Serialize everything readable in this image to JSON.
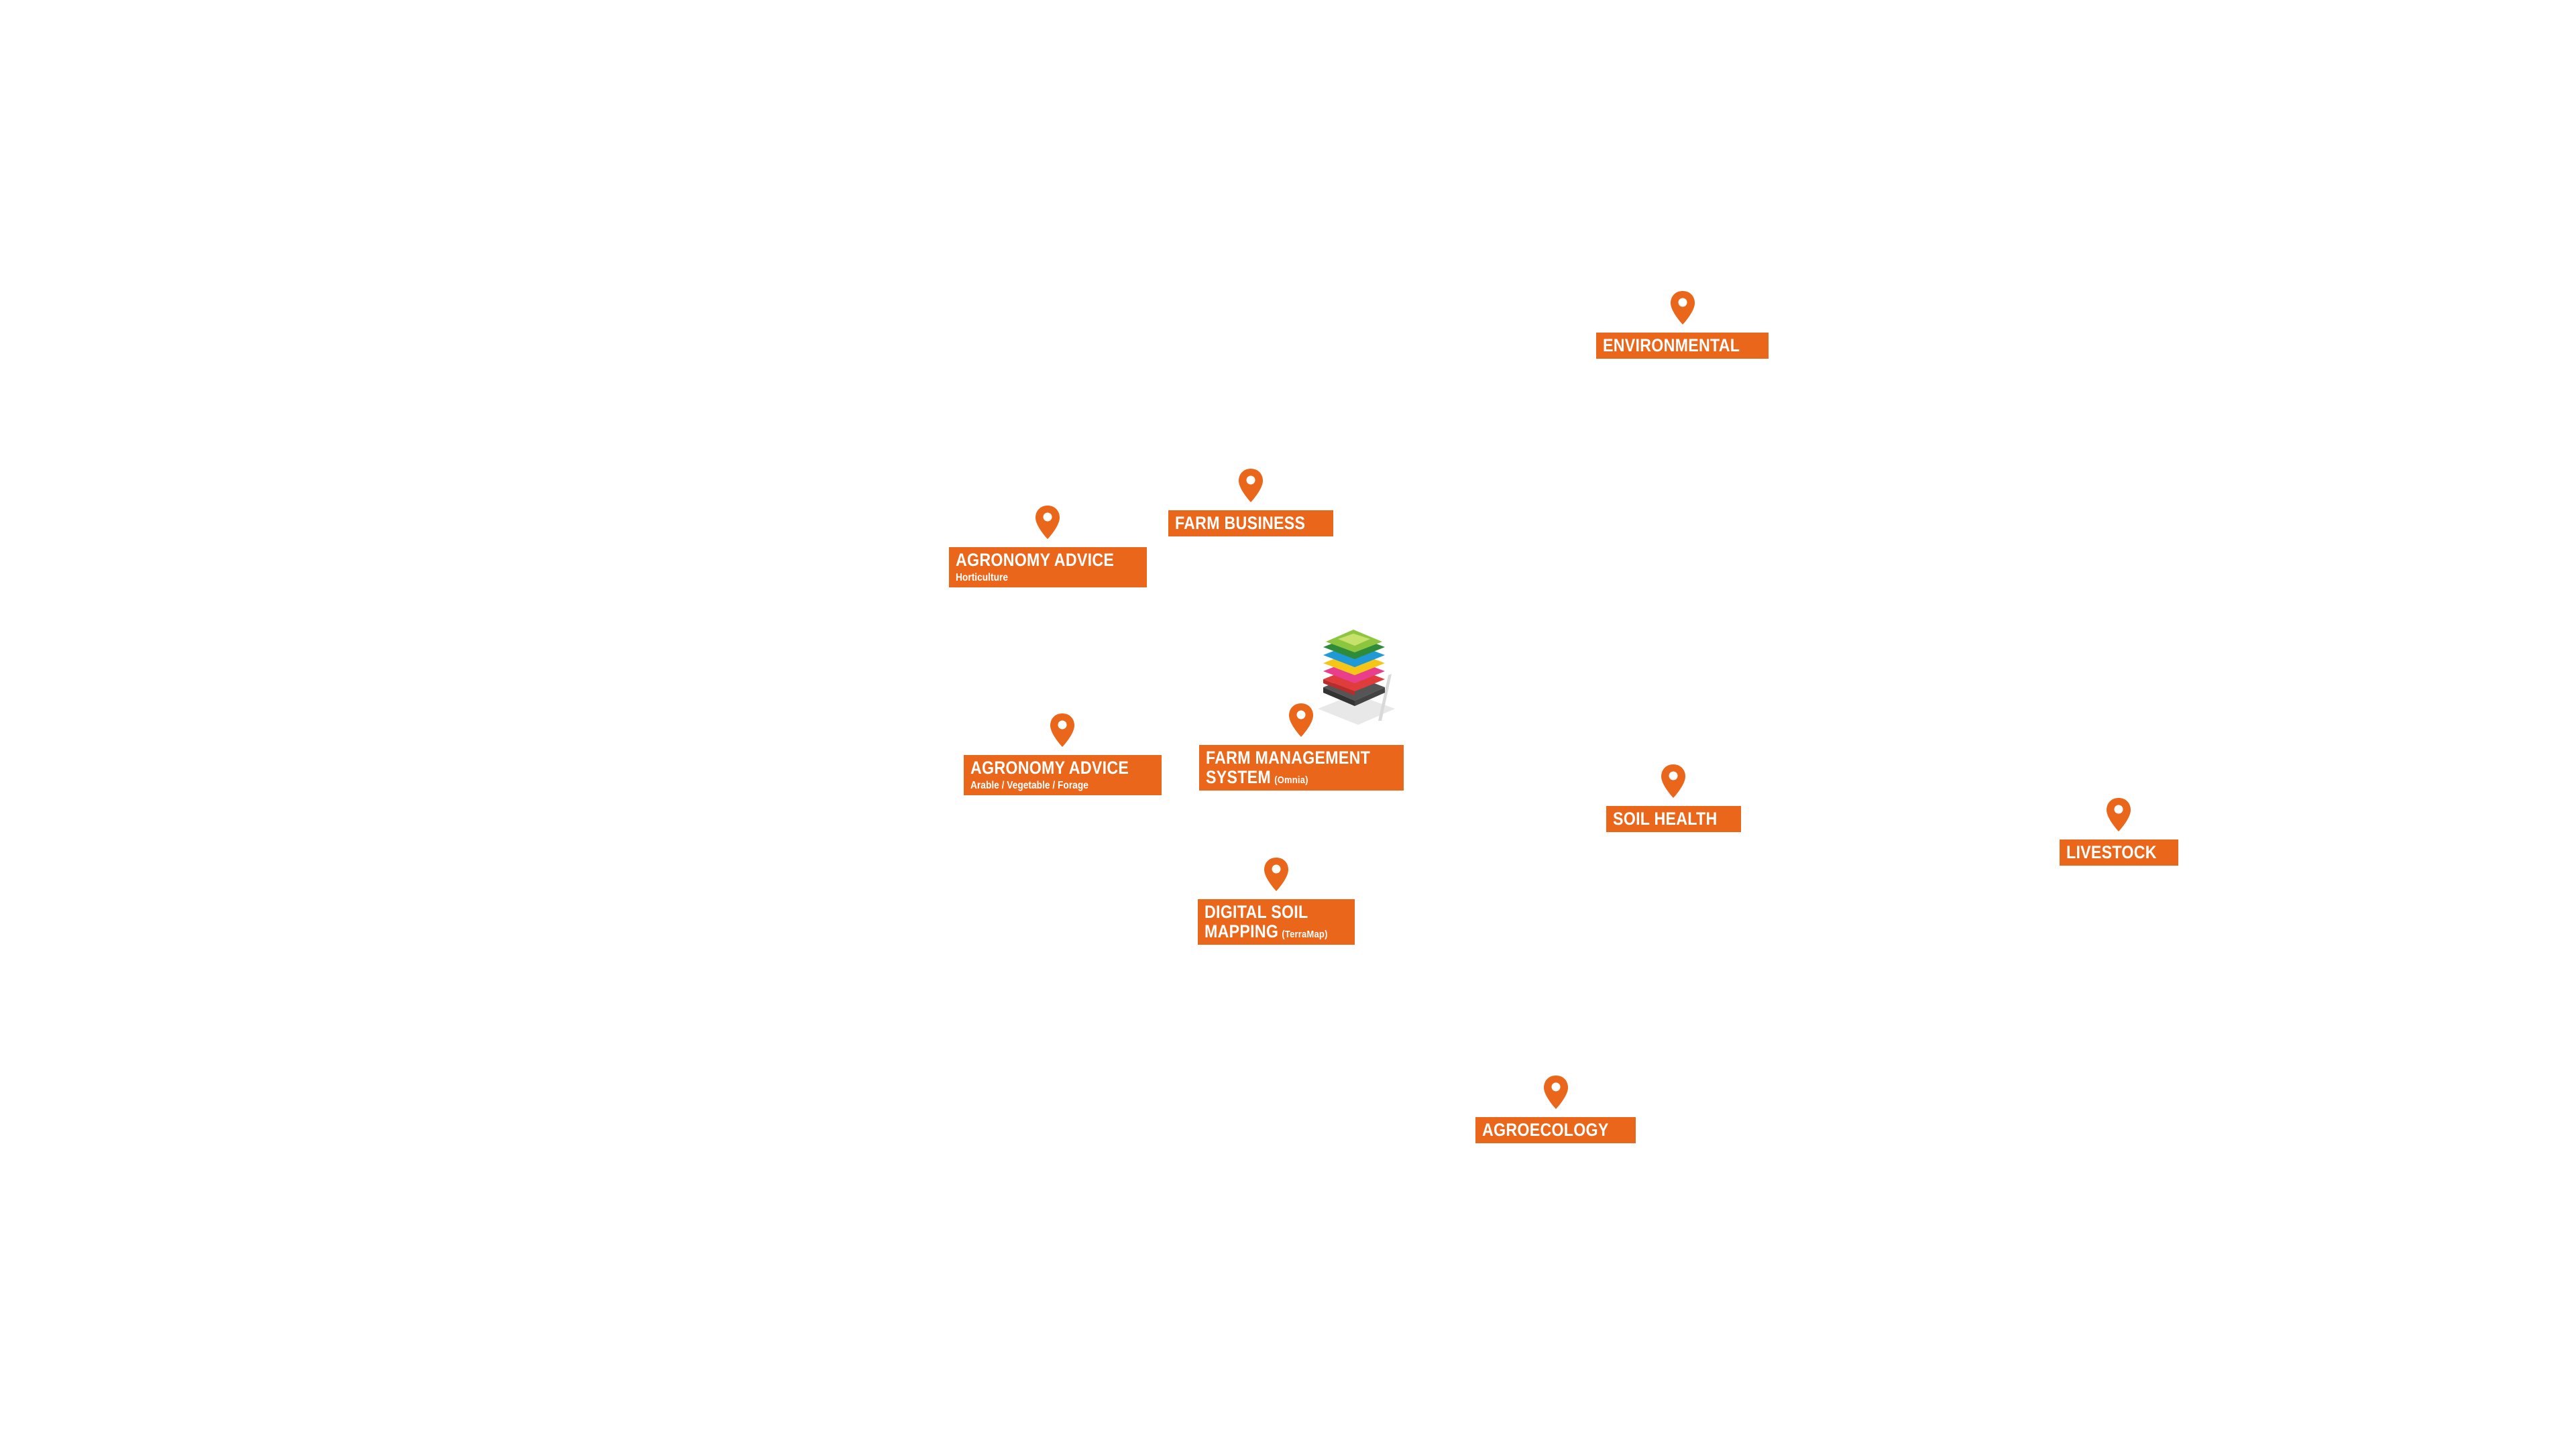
{
  "colors": {
    "accent": "#e9661a",
    "background": "#ffffff",
    "label_text": "#ffffff"
  },
  "icons": {
    "pin": "map-pin-icon",
    "center_graphic": "stacked-layers-icon"
  },
  "hotspots": {
    "environmental": {
      "title": "ENVIRONMENTAL"
    },
    "farm_business": {
      "title": "FARM BUSINESS"
    },
    "agronomy_horticulture": {
      "title": "AGRONOMY ADVICE",
      "subtitle": "Horticulture"
    },
    "agronomy_arable": {
      "title": "AGRONOMY ADVICE",
      "subtitle": "Arable / Vegetable / Forage"
    },
    "farm_management": {
      "line1": "FARM MANAGEMENT",
      "line2": "SYSTEM",
      "note": "(Omnia)"
    },
    "soil_health": {
      "title": "SOIL HEALTH"
    },
    "livestock": {
      "title": "LIVESTOCK"
    },
    "digital_soil": {
      "line1": "DIGITAL SOIL",
      "line2": "MAPPING",
      "note": "(TerraMap)"
    },
    "agroecology": {
      "title": "AGROECOLOGY"
    }
  }
}
